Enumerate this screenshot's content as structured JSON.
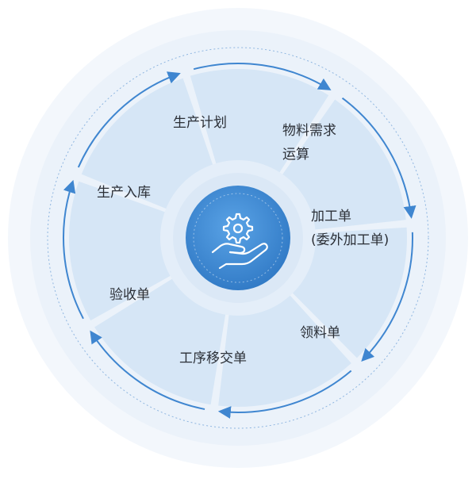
{
  "diagram": {
    "center_icon": "gear-in-hand-icon",
    "steps": [
      {
        "id": "plan",
        "lines": [
          "生产计划"
        ]
      },
      {
        "id": "mrp",
        "lines": [
          "物料需求",
          "运算"
        ]
      },
      {
        "id": "process",
        "lines": [
          "加工单",
          "(委外加工单)"
        ]
      },
      {
        "id": "pick",
        "lines": [
          "领料单"
        ]
      },
      {
        "id": "transfer",
        "lines": [
          "工序移交单"
        ]
      },
      {
        "id": "inspect",
        "lines": [
          "验收单"
        ]
      },
      {
        "id": "stock_in",
        "lines": [
          "生产入库"
        ]
      }
    ],
    "flow_direction": "clockwise",
    "colors": {
      "segment_fill": "#d6e6f6",
      "outer_halo": "#eef4fb",
      "arrow": "#3f86d0",
      "hub": "#3a86d4",
      "divider": "#ffffff"
    }
  }
}
